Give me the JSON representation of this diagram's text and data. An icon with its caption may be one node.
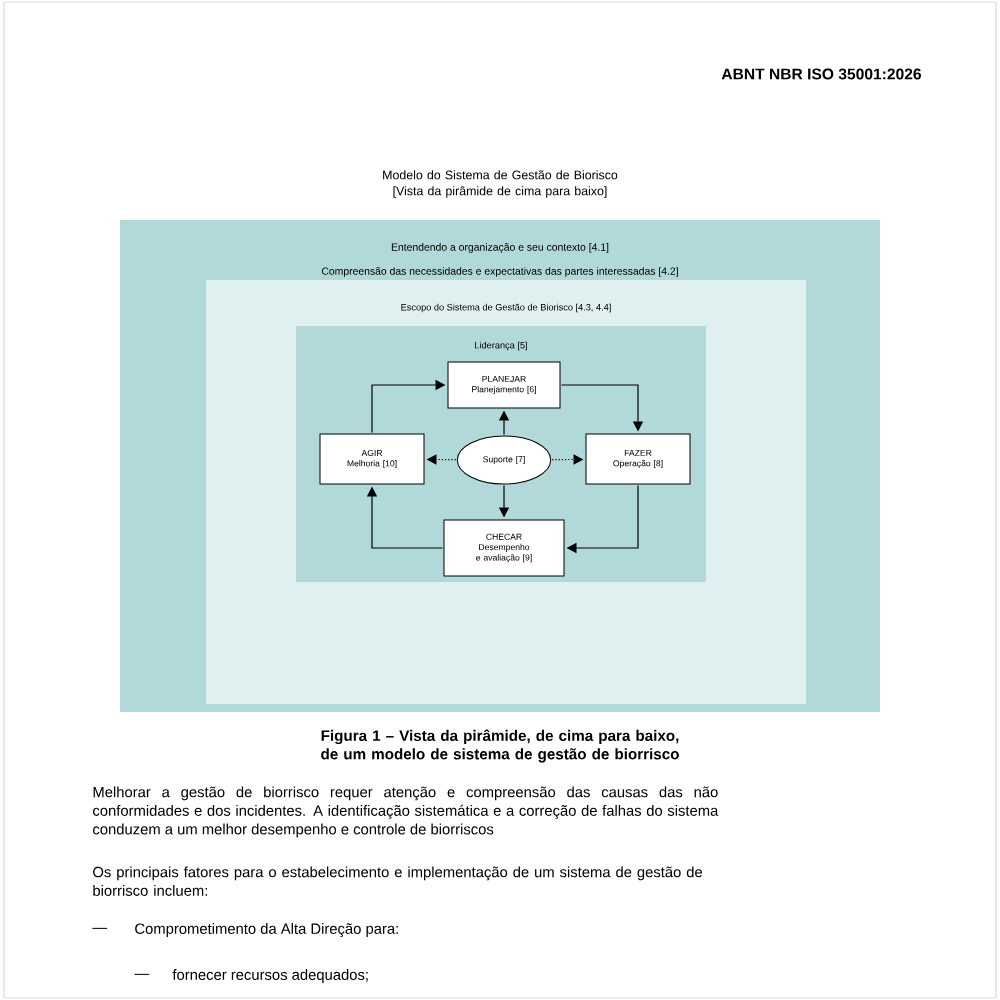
{
  "diagram": {
    "title": "Modelo do Sistema de Gestão de Biorisco [Vista da pirâmide de cima para baixo]",
    "caption": "Figura 1 – Vista da pirâmide, de cima para baixo, de um modelo de sistema de gestão de biorrisco",
    "nodes": [
      {
        "text": [
          "Entendendo a organização e seu contexto [4.1]",
          "Compreensão das necessidades e expectativas das partes interessadas [4.2]"
        ]
      },
      {
        "text": [
          "Escopo do Sistema de Gestão de Biorisco [4.3, 4.4]"
        ],
        "in": 0
      },
      {
        "text": [
          "Liderança [5]"
        ],
        "in": 1
      },
      {
        "text": [
          "PLANEJAR",
          "Planejamento [6]"
        ],
        "in": 2
      },
      {
        "text": [
          "AGIR",
          "Melhoria [10]"
        ],
        "in": 2
      },
      {
        "text": [
          "Suporte [7]"
        ],
        "in": 2
      },
      {
        "text": [
          "FAZER",
          "Operação [8]"
        ],
        "in": 2
      },
      {
        "text": [
          "CHECAR",
          "Desempenho e avaliação [9]"
        ],
        "in": 2
      }
    ],
    "edges": [
      {
        "from": 3,
        "to": 6,
        "arrow": "to"
      },
      {
        "from": 6,
        "to": 7,
        "arrow": "to"
      },
      {
        "from": 7,
        "to": 4,
        "arrow": "to"
      },
      {
        "from": 4,
        "to": 3,
        "arrow": "to"
      },
      {
        "from": 5,
        "to": 3,
        "arrow": "to"
      },
      {
        "from": 5,
        "to": 7,
        "arrow": "to"
      },
      {
        "from": 5,
        "to": 4,
        "arrow": "to",
        "style": "dashed"
      },
      {
        "from": 5,
        "to": 6,
        "arrow": "to",
        "style": "dashed"
      }
    ],
    "labels": [
      "ABNT NBR ISO 35001:2026",
      "Melhorar a gestão de biorrisco requer atenção e compreensão das causas das não conformidades e dos incidentes. A identificação sistemática e a correção de falhas do sistema conduzem a um melhor desempenho e controle de biorriscos",
      "Os principais fatores para o estabelecimento e implementação de um sistema de gestão de biorrisco incluem:",
      "—",
      "Comprometimento da Alta Direção para:",
      "—",
      "fornecer recursos adequados;"
    ]
  }
}
